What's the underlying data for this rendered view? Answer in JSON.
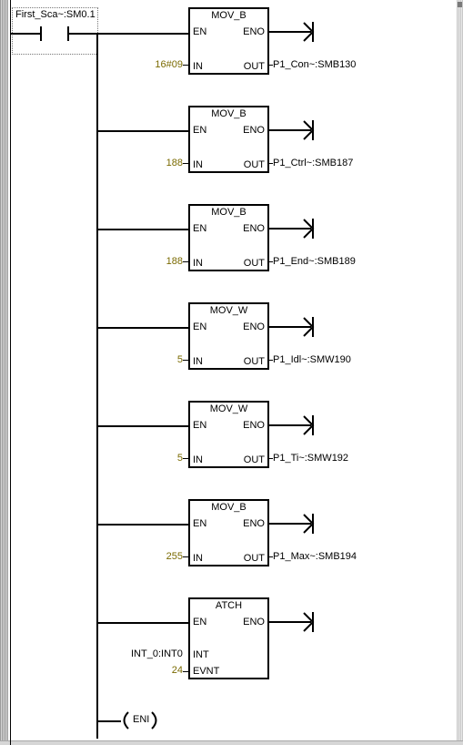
{
  "contact": {
    "label": "First_Sca~:SM0.1"
  },
  "blocks": [
    {
      "title": "MOV_B",
      "en": "EN",
      "eno": "ENO",
      "in_label": "IN",
      "out_label": "OUT",
      "in_value": "16#09",
      "out_value": "P1_Con~:SMB130"
    },
    {
      "title": "MOV_B",
      "en": "EN",
      "eno": "ENO",
      "in_label": "IN",
      "out_label": "OUT",
      "in_value": "188",
      "out_value": "P1_Ctrl~:SMB187"
    },
    {
      "title": "MOV_B",
      "en": "EN",
      "eno": "ENO",
      "in_label": "IN",
      "out_label": "OUT",
      "in_value": "188",
      "out_value": "P1_End~:SMB189"
    },
    {
      "title": "MOV_W",
      "en": "EN",
      "eno": "ENO",
      "in_label": "IN",
      "out_label": "OUT",
      "in_value": "5",
      "out_value": "P1_Idl~:SMW190"
    },
    {
      "title": "MOV_W",
      "en": "EN",
      "eno": "ENO",
      "in_label": "IN",
      "out_label": "OUT",
      "in_value": "5",
      "out_value": "P1_Ti~:SMW192"
    },
    {
      "title": "MOV_B",
      "en": "EN",
      "eno": "ENO",
      "in_label": "IN",
      "out_label": "OUT",
      "in_value": "255",
      "out_value": "P1_Max~:SMB194"
    }
  ],
  "atch": {
    "title": "ATCH",
    "en": "EN",
    "eno": "ENO",
    "int_label": "INT",
    "int_value": "INT_0:INT0",
    "evnt_label": "EVNT",
    "evnt_value": "24"
  },
  "eni": {
    "label": "ENI"
  }
}
